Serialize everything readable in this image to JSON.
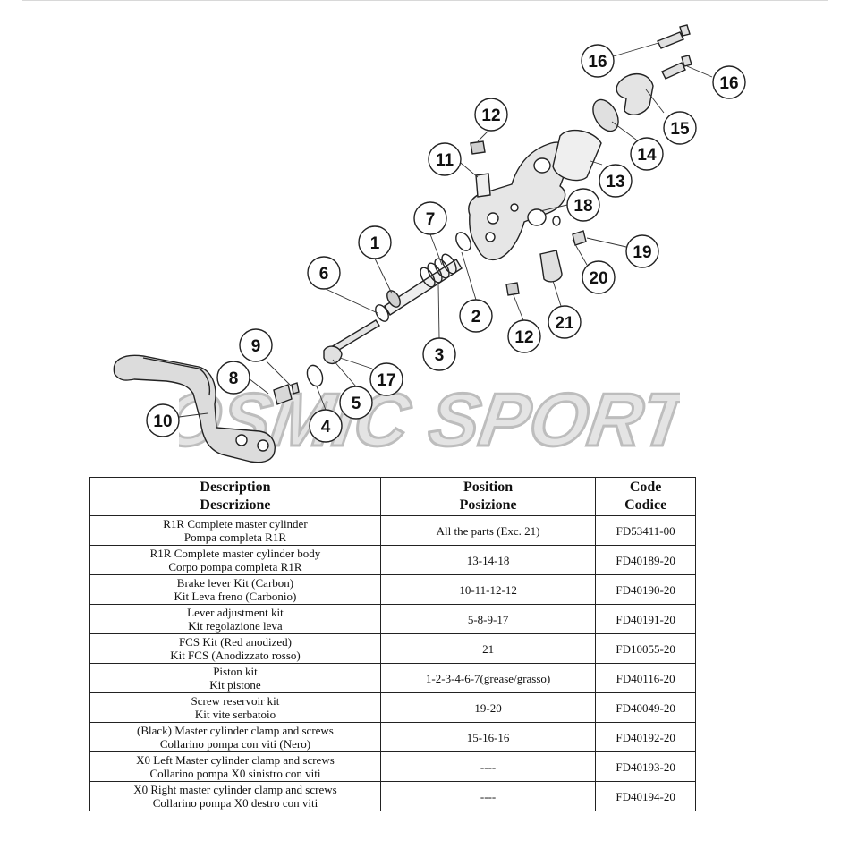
{
  "diagram": {
    "callouts": [
      "1",
      "2",
      "3",
      "4",
      "5",
      "6",
      "7",
      "8",
      "9",
      "10",
      "11",
      "12",
      "12",
      "13",
      "14",
      "15",
      "16",
      "16",
      "17",
      "18",
      "19",
      "20",
      "21"
    ],
    "watermark": "COSMIC SPORTS"
  },
  "table": {
    "headers": [
      {
        "en": "Description",
        "it": "Descrizione"
      },
      {
        "en": "Position",
        "it": "Posizione"
      },
      {
        "en": "Code",
        "it": "Codice"
      }
    ],
    "rows": [
      {
        "desc_en": "R1R Complete master cylinder",
        "desc_it": "Pompa completa R1R",
        "position": "All the parts (Exc. 21)",
        "code": "FD53411-00"
      },
      {
        "desc_en": "R1R Complete master cylinder body",
        "desc_it": "Corpo pompa completa R1R",
        "position": "13-14-18",
        "code": "FD40189-20"
      },
      {
        "desc_en": "Brake lever Kit (Carbon)",
        "desc_it": "Kit Leva freno (Carbonio)",
        "position": "10-11-12-12",
        "code": "FD40190-20"
      },
      {
        "desc_en": "Lever adjustment kit",
        "desc_it": "Kit regolazione leva",
        "position": "5-8-9-17",
        "code": "FD40191-20"
      },
      {
        "desc_en": "FCS Kit (Red anodized)",
        "desc_it": "Kit FCS (Anodizzato rosso)",
        "position": "21",
        "code": "FD10055-20"
      },
      {
        "desc_en": "Piston kit",
        "desc_it": "Kit pistone",
        "position": "1-2-3-4-6-7(grease/grasso)",
        "code": "FD40116-20"
      },
      {
        "desc_en": "Screw  reservoir kit",
        "desc_it": "Kit vite serbatoio",
        "position": "19-20",
        "code": "FD40049-20"
      },
      {
        "desc_en": "(Black) Master cylinder clamp and screws",
        "desc_it": "Collarino pompa con viti (Nero)",
        "position": "15-16-16",
        "code": "FD40192-20"
      },
      {
        "desc_en": "X0 Left Master cylinder clamp and screws",
        "desc_it": "Collarino pompa X0 sinistro con viti",
        "position": "----",
        "code": "FD40193-20"
      },
      {
        "desc_en": "X0 Right master cylinder clamp and screws",
        "desc_it": "Collarino pompa X0 destro con viti",
        "position": "----",
        "code": "FD40194-20"
      }
    ]
  }
}
